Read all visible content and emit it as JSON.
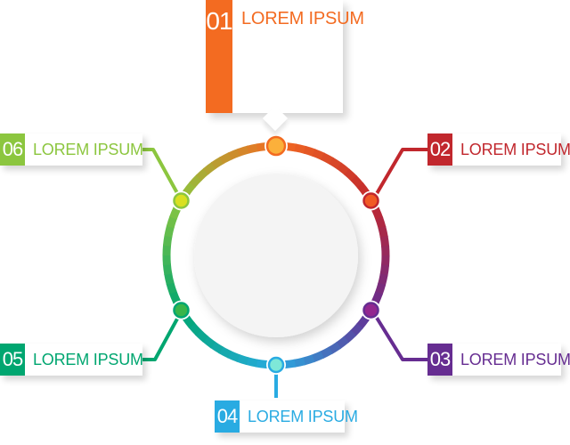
{
  "colors": {
    "item_01": "#f36b21",
    "item_02": "#c1272d",
    "item_03": "#662d91",
    "item_04": "#29abe2",
    "item_05": "#00a670",
    "item_06": "#8cc63f",
    "node_01_fill": "#fbb03b",
    "node_02_fill": "#f15a24",
    "node_03_fill": "#93278f",
    "node_04_fill": "#7ee8d8",
    "node_05_fill": "#39b54a",
    "node_06_fill": "#d9e021",
    "center_circle": "#f4f4f4"
  },
  "items": [
    {
      "number": "01",
      "label": "LOREM IPSUM"
    },
    {
      "number": "02",
      "label": "LOREM IPSUM"
    },
    {
      "number": "03",
      "label": "LOREM IPSUM"
    },
    {
      "number": "04",
      "label": "LOREM IPSUM"
    },
    {
      "number": "05",
      "label": "LOREM IPSUM"
    },
    {
      "number": "06",
      "label": "LOREM IPSUM"
    }
  ]
}
